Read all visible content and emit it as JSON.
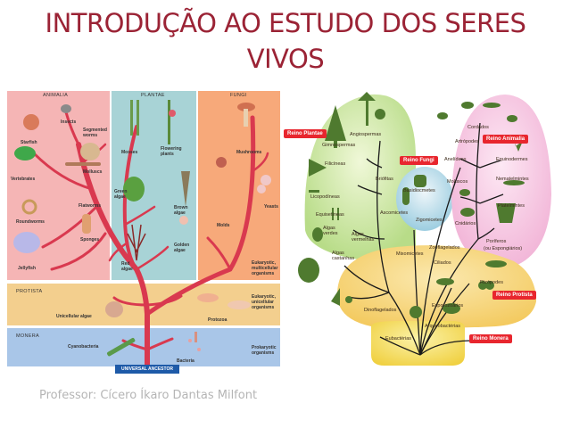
{
  "slide": {
    "title_line1": "INTRODUÇÃO AO ESTUDO DOS SERES",
    "title_line2": "VIVOS",
    "footer": "Professor: Cícero Íkaro Dantas Milfont"
  },
  "left_diagram": {
    "colors": {
      "animalia": "#f5b5b5",
      "plantae": "#a8d3d6",
      "fungi": "#f7a97a",
      "protista": "#f3cf8e",
      "monera": "#a9c6e8",
      "branch": "#d9394f",
      "ancestor": "#1e5aa8"
    },
    "kingdoms": {
      "animalia": "ANIMALIA",
      "plantae": "PLANTAE",
      "fungi": "FUNGI",
      "protista": "PROTISTA",
      "monera": "MONERA"
    },
    "animalia_labels": {
      "insects": "Insects",
      "starfish": "Starfish",
      "segmented_worms": "Segmented worms",
      "molluscs": "Molluscs",
      "vertebrates": "Vertebrates",
      "flatworms": "Flatworms",
      "roundworms": "Roundworms",
      "sponges": "Sponges",
      "jellyfish": "Jellyfish"
    },
    "plantae_labels": {
      "mosses": "Mosses",
      "flowering_plants": "Flowering plants",
      "green_algae": "Green algae",
      "brown_algae": "Brown algae",
      "red_algae": "Red algae",
      "golden_algae": "Golden algae"
    },
    "fungi_labels": {
      "mushrooms": "Mushrooms",
      "molds": "Molds",
      "yeasts": "Yeasts"
    },
    "protista_labels": {
      "unicellular_algae": "Unicellular algae",
      "protozoa": "Protozoa"
    },
    "monera_labels": {
      "cyanobacteria": "Cyanobacteria",
      "bacteria": "Bacteria"
    },
    "side_notes": {
      "eukaryotic_multi": "Eukaryotic, multicellular organisms",
      "eukaryotic_uni": "Eukaryotic, unicellular organisms",
      "prokaryotic": "Prokaryotic organisms"
    },
    "ancestor": "UNIVERSAL ANCESTOR"
  },
  "right_diagram": {
    "colors": {
      "plantae": "#cfe6a8",
      "fungi": "#b9dbe8",
      "animalia": "#f6c4e0",
      "protista": "#f6d070",
      "monera": "#f5dc55",
      "badge": "#e8262e",
      "silhouette": "#4f7a2f"
    },
    "kingdom_badges": {
      "plantae": "Reino Plantae",
      "fungi": "Reino Fungi",
      "animalia": "Reino Animalia",
      "protista": "Reino Protista",
      "monera": "Reino Monera"
    },
    "plantae_labels": {
      "angiospermas": "Angiospermas",
      "gimnospermas": "Gimnospermas",
      "filicineas": "Filicíneas",
      "briofitas": "Briófitas",
      "licopodineas": "Licopodíneas",
      "equisetineas": "Equisetíneas",
      "algas_verdes": "Algas verdes",
      "algas_vermelhas": "Algas vermelhas",
      "algas_castanhas": "Algas castanhas"
    },
    "fungi_labels": {
      "basidiocmetes": "Basidiocmetes",
      "ascomicetes": "Ascomicetes",
      "zigomicetes": "Zigomicetes"
    },
    "animalia_labels": {
      "cordados": "Cordados",
      "artropodes": "Artrópodes",
      "anelideos": "Anelídeos",
      "equinodermes": "Equinodermes",
      "nematelmintes": "Nematelmintes",
      "moluscos": "Moluscos",
      "platelmintes": "Platelmintes",
      "cnidarios": "Cnidários",
      "poriferos": "Poríferos",
      "poriferos_alt": "(ou Espongiários)"
    },
    "protista_labels": {
      "mixomicetes": "Mixomicetes",
      "zooflagelados": "Zooflagelados",
      "ciliados": "Ciliados",
      "rizopodes": "Rizópodes",
      "dinoflagelados": "Dinoflagelados",
      "esporozoarios": "Esporozoários"
    },
    "monera_labels": {
      "arqueobacterias": "Arqueobactérias",
      "eubacterias": "Eubactérias"
    }
  }
}
